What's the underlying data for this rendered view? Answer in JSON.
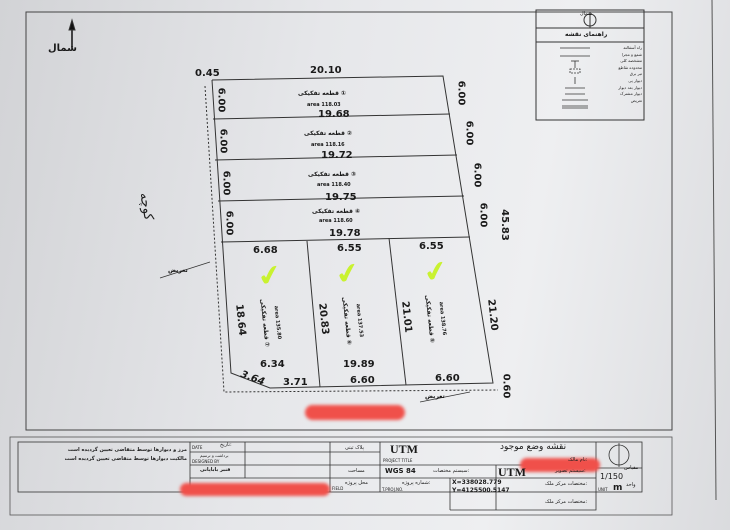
{
  "north": {
    "label": "شمال"
  },
  "legend": {
    "north_label": "شمال",
    "title": "راهنمای نقشه",
    "items": [
      "راه آسفالته",
      "شمع و مجرا",
      "مشخصه کلی",
      "محدوده تقاطع",
      "تیر برق",
      "دیوار پی",
      "دیوار بعد دیوار",
      "دیوار مشترک",
      "تعریض"
    ]
  },
  "plots": [
    {
      "name": "قطعه تفکیکی ①",
      "area_label": "area",
      "area": "118.03"
    },
    {
      "name": "قطعه تفکیکی ②",
      "area_label": "area",
      "area": "118.16"
    },
    {
      "name": "قطعه تفکیکی ③",
      "area_label": "area",
      "area": "118.40"
    },
    {
      "name": "قطعه تفکیکی ④",
      "area_label": "area",
      "area": "118.60"
    },
    {
      "name": "قطعه تفکیکی ⑤",
      "area_label": "area",
      "area": "138.76"
    },
    {
      "name": "قطعه تفکیکی ⑥",
      "area_label": "area",
      "area": "137.53"
    },
    {
      "name": "قطعه تفکیکی ⑦",
      "area_label": "area",
      "area": "135.80"
    }
  ],
  "dims": {
    "top_offset": "0.45",
    "top": "20.10",
    "d1": "19.68",
    "d2": "19.72",
    "d3": "19.75",
    "d4": "19.78",
    "left": "6.00",
    "right": "6.00",
    "total_right": "45.83",
    "w7": "6.68",
    "w6": "6.55",
    "w5": "6.55",
    "h7": "18.64",
    "h6": "20.83",
    "h5": "21.01",
    "h_right": "21.20",
    "b7": "6.34",
    "b6": "19.89",
    "chamfer": "3.64",
    "b7b": "3.71",
    "b6b": "6.60",
    "b5b": "6.60",
    "bottom_offset": "0.60"
  },
  "annotations": {
    "widening": "تعریض",
    "handwritten": "کوچه"
  },
  "title_block": {
    "notes": [
      "مرز و دیوارها توسط متقاضی تعیین گردیده است",
      "مالکیت دیوارها توسط متقاضی تعیین گردیده است"
    ],
    "date_fa": "تاریخ:",
    "date_en": "DATE",
    "designed_fa": "برداشت و ترسیم",
    "designed_en": "DESIGNED BY",
    "designer": "قنبر باباپانی",
    "plate_label": "پلاک ثبتی",
    "area_label": "مساحت",
    "location_label": "محل پروژه",
    "field_en": "FIELD",
    "project_title_fa": "نقشه وضع موجود",
    "project_system": "UTM",
    "project_title_en": "PROJECT TITLE",
    "owner_label": "نام مالک:",
    "coord_system_label": "سیستم مختصات:",
    "coord_system": "WGS 84",
    "projection_label": "سیستم تصویر:",
    "projection": "UTM",
    "project_no_label": "شماره پروژه:",
    "project_no_en": "T.PROJ.NO.",
    "center_label": "مختصات مرکز ملک:",
    "x": "X=338028.779",
    "y": "Y=4125500.5147",
    "center_label2": "مختصات مرکز ملک:",
    "scale_label": "مقیاس",
    "scale": "1/150",
    "unit_label": "واحد",
    "unit_en": "UNIT",
    "unit": "m"
  }
}
